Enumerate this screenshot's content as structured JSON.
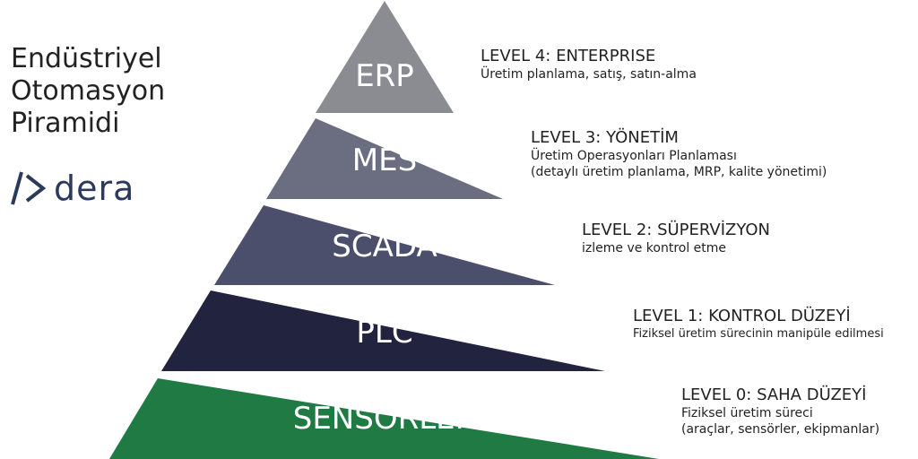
{
  "title": {
    "line1": "Endüstriyel",
    "line2": "Otomasyon",
    "line3": "Piramidi"
  },
  "logo": {
    "text": "dera"
  },
  "tiers": [
    {
      "label": "ERP",
      "color": "#8a8c92"
    },
    {
      "label": "MES",
      "color": "#6b6d80"
    },
    {
      "label": "SCADA",
      "color": "#4c4f6b"
    },
    {
      "label": "PLC",
      "color": "#22233f"
    },
    {
      "label": "SENSÖRLER",
      "color": "#1f7a44"
    }
  ],
  "levels": [
    {
      "heading": "LEVEL 4: ENTERPRISE",
      "lines": [
        "Üretim planlama, satış, satın-alma"
      ]
    },
    {
      "heading": "LEVEL 3: YÖNETİM",
      "lines": [
        "Üretim Operasyonları Planlaması",
        "(detaylı üretim planlama, MRP,  kalite yönetimi)"
      ]
    },
    {
      "heading": "LEVEL 2: SÜPERVİZYON",
      "lines": [
        "izleme ve kontrol etme"
      ]
    },
    {
      "heading": "LEVEL 1: KONTROL DÜZEYİ",
      "lines": [
        "Fiziksel üretim sürecinin manipüle edilmesi"
      ]
    },
    {
      "heading": "LEVEL 0: SAHA DÜZEYİ",
      "lines": [
        "Fiziksel üretim süreci",
        "(araçlar, sensörler, ekipmanlar)"
      ]
    }
  ]
}
